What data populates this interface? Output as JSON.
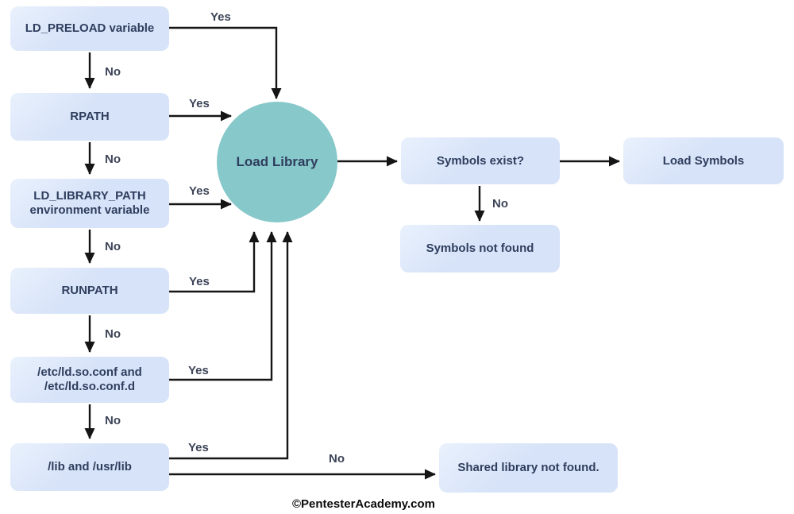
{
  "diagram": {
    "nodes": {
      "ld_preload": {
        "label": "LD_PRELOAD variable"
      },
      "rpath": {
        "label": "RPATH"
      },
      "ld_library_path": {
        "label": "LD_LIBRARY_PATH\nenvironment variable"
      },
      "runpath": {
        "label": "RUNPATH"
      },
      "etc_ld_so_conf": {
        "label": "/etc/ld.so.conf and\n/etc/ld.so.conf.d"
      },
      "lib_usr_lib": {
        "label": "/lib and /usr/lib"
      },
      "load_library": {
        "label": "Load Library"
      },
      "symbols_exist": {
        "label": "Symbols exist?"
      },
      "load_symbols": {
        "label": "Load Symbols"
      },
      "symbols_not_found": {
        "label": "Symbols not found"
      },
      "shared_library_not_found": {
        "label": "Shared library not found."
      }
    },
    "edge_labels": {
      "yes_preload": "Yes",
      "no_preload": "No",
      "yes_rpath": "Yes",
      "no_rpath": "No",
      "yes_ldlp": "Yes",
      "no_ldlp": "No",
      "yes_runpath": "Yes",
      "no_runpath": "No",
      "yes_etc": "Yes",
      "no_etc": "No",
      "yes_lib": "Yes",
      "no_lib": "No",
      "no_symbols": "No"
    },
    "colors": {
      "node_fill": "#d9e4f8",
      "node_text": "#2f3e5e",
      "circle_fill": "#87c8ca",
      "line": "#151515"
    }
  },
  "footer": {
    "credit": "©PentesterAcademy.com"
  }
}
